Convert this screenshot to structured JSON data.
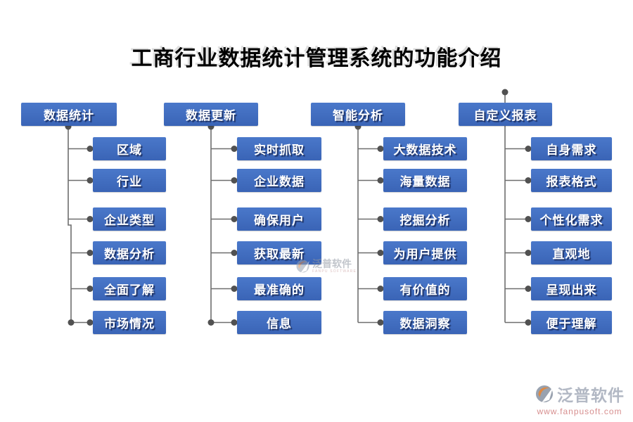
{
  "title": "工商行业数据统计管理系统的功能介绍",
  "diagram_type": "hierarchy",
  "columns": [
    {
      "header": "数据统计",
      "items": [
        "区域",
        "行业",
        "企业类型",
        "数据分析",
        "全面了解",
        "市场情况"
      ]
    },
    {
      "header": "数据更新",
      "items": [
        "实时抓取",
        "企业数据",
        "确保用户",
        "获取最新",
        "最准确的",
        "信息"
      ]
    },
    {
      "header": "智能分析",
      "items": [
        "大数据技术",
        "海量数据",
        "挖掘分析",
        "为用户提供",
        "有价值的",
        "数据洞察"
      ]
    },
    {
      "header": "自定义报表",
      "items": [
        "自身需求",
        "报表格式",
        "个性化需求",
        "直观地",
        "呈现出来",
        "便于理解"
      ]
    }
  ],
  "watermark_center": {
    "icon": "fanpu-logo-icon",
    "brand": "泛普软件",
    "subtext": "FANPU SOFTWARE"
  },
  "watermark_corner": {
    "icon": "fanpu-logo-icon",
    "brand": "泛普软件",
    "url": "www.fanpusoft.com"
  },
  "colors": {
    "node_blue": "#3f69bc",
    "node_text": "#ffffff",
    "connector_line": "#6e6e6e",
    "connector_dot": "#515151",
    "title_text": "#000000",
    "watermark_brand": "#b2b8c4",
    "watermark_url": "#d78f8f",
    "logo_gray": "#99a2af",
    "logo_orange": "#df8943"
  }
}
